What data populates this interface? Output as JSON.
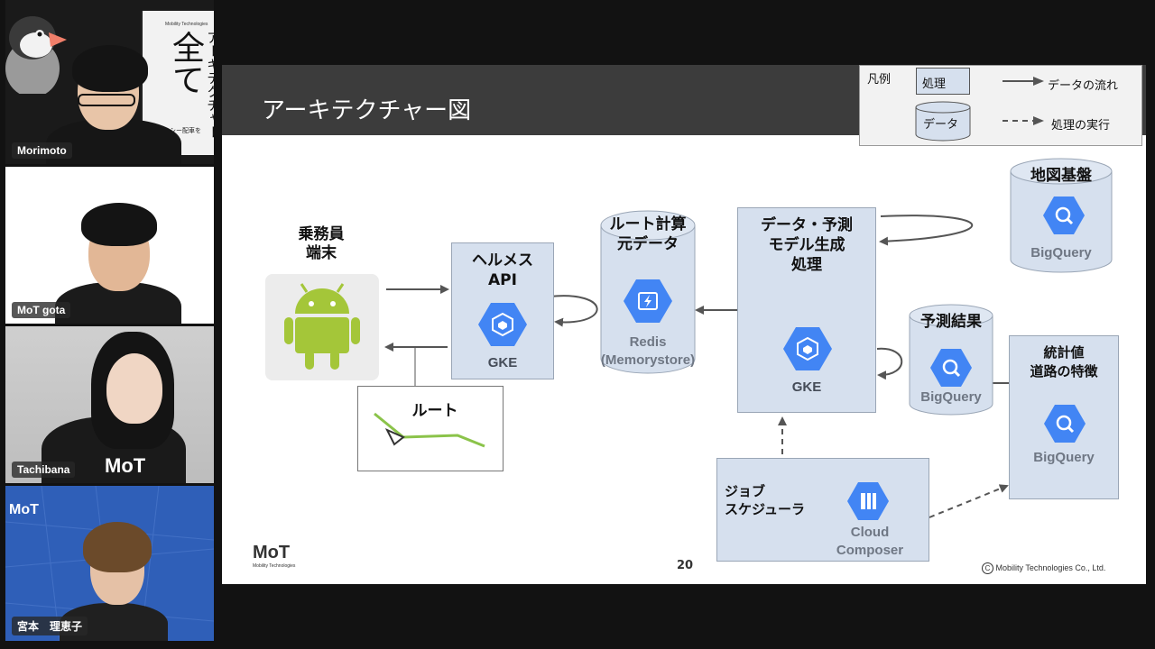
{
  "participants": [
    {
      "name": "Morimoto"
    },
    {
      "name": "MoT gota"
    },
    {
      "name": "Tachibana"
    },
    {
      "name": "宮本　理恵子"
    }
  ],
  "book": {
    "brand": "Mobility Technologies",
    "title_big": "全て",
    "title_vertical": "アーキテクチャー",
    "subtitle": "タクシー配車を変える"
  },
  "slide": {
    "title": "アーキテクチャー図",
    "page_number": "20",
    "copyright": "Mobility Technologies Co., Ltd.",
    "logo_text": "MoT",
    "logo_sub": "Mobility Technologies",
    "legend": {
      "title": "凡例",
      "process": "処理",
      "data": "データ",
      "data_flow": "データの流れ",
      "exec": "処理の実行"
    },
    "nodes": {
      "driver_line1": "乗務員",
      "driver_line2": "端末",
      "hermes_line1": "ヘルメス",
      "hermes_line2": "API",
      "hermes_svc": "GKE",
      "route_src_line1": "ルート計算",
      "route_src_line2": "元データ",
      "redis_line1": "Redis",
      "redis_line2": "(Memorystore)",
      "predict_line1": "データ・予測",
      "predict_line2": "モデル生成",
      "predict_line3": "処理",
      "predict_svc": "GKE",
      "map_title": "地図基盤",
      "map_svc": "BigQuery",
      "result_title": "予測結果",
      "result_svc": "BigQuery",
      "stats_line1": "統計値",
      "stats_line2": "道路の特徴",
      "stats_svc": "BigQuery",
      "route_label": "ルート",
      "job_line1": "ジョブ",
      "job_line2": "スケジューラ",
      "composer_line1": "Cloud",
      "composer_line2": "Composer"
    }
  },
  "colors": {
    "gcp_blue": "#4285f4",
    "process_fill": "#d6e0ee",
    "android_green": "#a4c639",
    "route_green": "#8bc34a",
    "header_gray": "#3c3c3c"
  }
}
